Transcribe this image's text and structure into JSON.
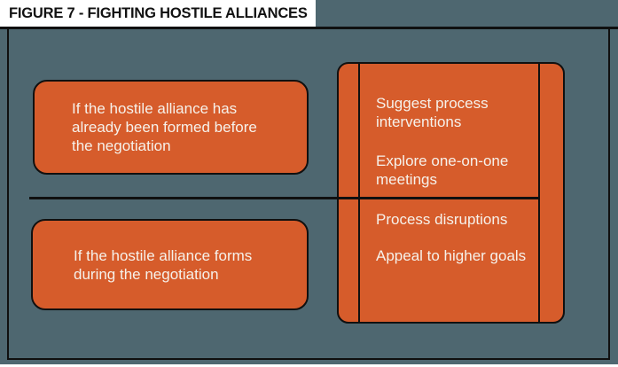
{
  "title": "FIGURE 7 - FIGHTING HOSTILE ALLIANCES",
  "colors": {
    "panel_bg": "#4e6770",
    "box_orange": "#d65c2b",
    "line_black": "#101010",
    "title_text": "#121212",
    "box_text": "#f6f1ea",
    "page_bg": "#ffffff"
  },
  "diagram": {
    "left_conditions": [
      {
        "text": "If the hostile alliance has\nalready been formed before\nthe negotiation"
      },
      {
        "text": "If the hostile alliance forms\nduring the negotiation"
      }
    ],
    "right_tactics": {
      "top": [
        "Suggest process\ninterventions",
        "Explore one-on-one\nmeetings"
      ],
      "bottom": [
        "Process disruptions",
        "Appeal to higher goals"
      ]
    }
  }
}
